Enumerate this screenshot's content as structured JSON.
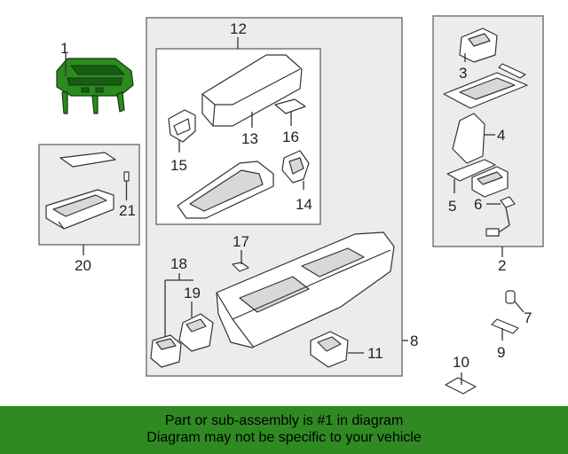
{
  "callouts": {
    "c1": "1",
    "c2": "2",
    "c3": "3",
    "c4": "4",
    "c5": "5",
    "c6": "6",
    "c7": "7",
    "c8": "8",
    "c9": "9",
    "c10": "10",
    "c11": "11",
    "c12": "12",
    "c13": "13",
    "c14": "14",
    "c15": "15",
    "c16": "16",
    "c17": "17",
    "c18": "18",
    "c19": "19",
    "c20": "20",
    "c21": "21"
  },
  "highlight_color": "#2d8a1f",
  "banner": {
    "line1": "Part or sub-assembly is #1 in diagram",
    "line2": "Diagram may not be specific to your vehicle",
    "color": "#2f8a22"
  }
}
